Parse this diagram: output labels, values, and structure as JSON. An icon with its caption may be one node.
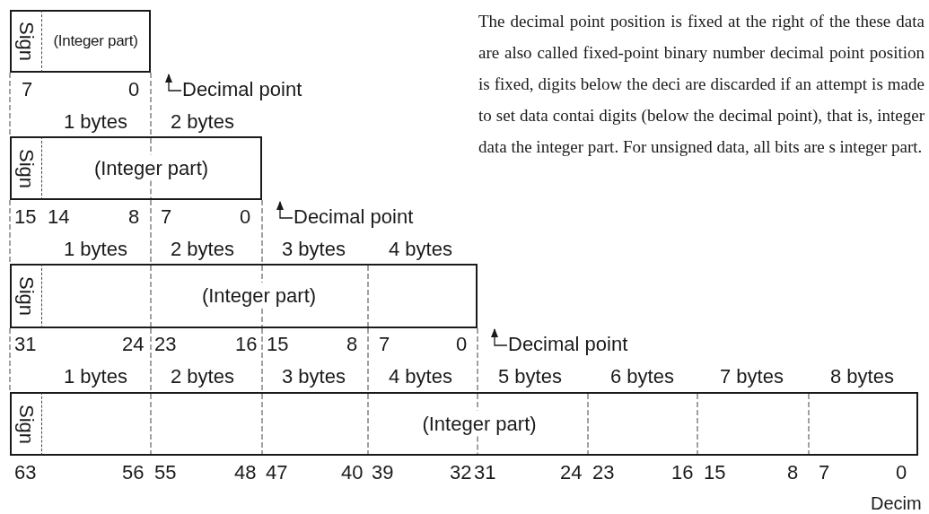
{
  "diagram": {
    "nodes": [
      {
        "text": [
          "Sign"
        ]
      },
      {
        "text": [
          "(Integer part)"
        ]
      },
      {
        "text": [
          "Decimal point"
        ]
      },
      {
        "text": [
          "Sign"
        ]
      },
      {
        "text": [
          "(Integer part)"
        ]
      },
      {
        "text": [
          "Decimal point"
        ]
      },
      {
        "text": [
          "Sign"
        ]
      },
      {
        "text": [
          "(Integer part)"
        ]
      },
      {
        "text": [
          "Decimal point"
        ]
      },
      {
        "text": [
          "Sign"
        ]
      },
      {
        "text": [
          "(Integer part)"
        ]
      }
    ],
    "edges": [
      {
        "from": 2,
        "to": null,
        "arrow": "to"
      },
      {
        "from": 5,
        "to": null,
        "arrow": "to"
      },
      {
        "from": 8,
        "to": null,
        "arrow": "to"
      }
    ],
    "labels": [
      "The decimal point position is fixed at the right of the these data are also called fixed-point binary number decimal point position is fixed, digits below the deci are discarded if an attempt is made to set data contai digits (below the decimal point), that is, integer data the integer part. For unsigned data, all bits are s integer part.",
      "7",
      "0",
      "1 bytes",
      "2 bytes",
      "15",
      "14",
      "8",
      "7",
      "0",
      "1 bytes",
      "2 bytes",
      "3 bytes",
      "4 bytes",
      "31",
      "24",
      "23",
      "16",
      "15",
      "8",
      "7",
      "0",
      "1 bytes",
      "2 bytes",
      "3 bytes",
      "4 bytes",
      "5 bytes",
      "6 bytes",
      "7 bytes",
      "8 bytes",
      "63",
      "56",
      "55",
      "48",
      "47",
      "40",
      "39",
      "32",
      "31",
      "24",
      "23",
      "16",
      "15",
      "8",
      "7",
      "0",
      "Decim"
    ]
  }
}
